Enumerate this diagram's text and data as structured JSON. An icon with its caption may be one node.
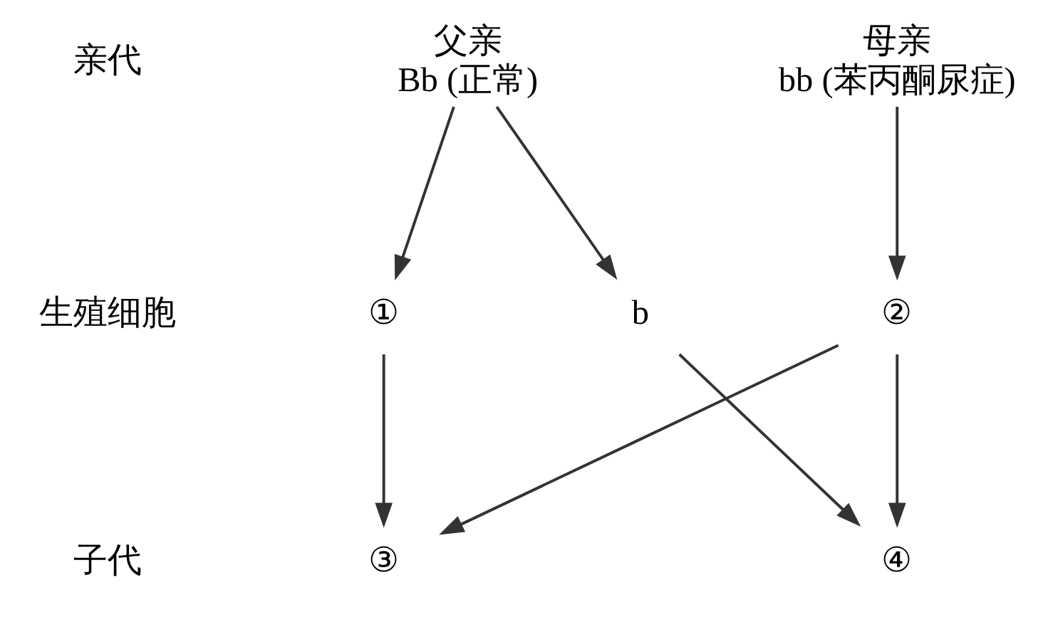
{
  "diagram": {
    "nodes": [
      {
        "text": [
          "父亲",
          "Bb (正常)"
        ]
      },
      {
        "text": [
          "母亲",
          "bb (苯丙酮尿症)"
        ]
      },
      {
        "text": [
          "①"
        ]
      },
      {
        "text": [
          "b"
        ]
      },
      {
        "text": [
          "②"
        ]
      },
      {
        "text": [
          "③"
        ]
      },
      {
        "text": [
          "④"
        ]
      }
    ],
    "edges": [
      {
        "from": 0,
        "to": 2,
        "arrow": "to"
      },
      {
        "from": 0,
        "to": 3,
        "arrow": "to"
      },
      {
        "from": 1,
        "to": 4,
        "arrow": "to"
      },
      {
        "from": 2,
        "to": 5,
        "arrow": "to"
      },
      {
        "from": 4,
        "to": 5,
        "arrow": "to"
      },
      {
        "from": 3,
        "to": 6,
        "arrow": "to"
      },
      {
        "from": 4,
        "to": 6,
        "arrow": "to"
      }
    ],
    "labels": [
      "亲代",
      "生殖细胞",
      "子代"
    ]
  }
}
